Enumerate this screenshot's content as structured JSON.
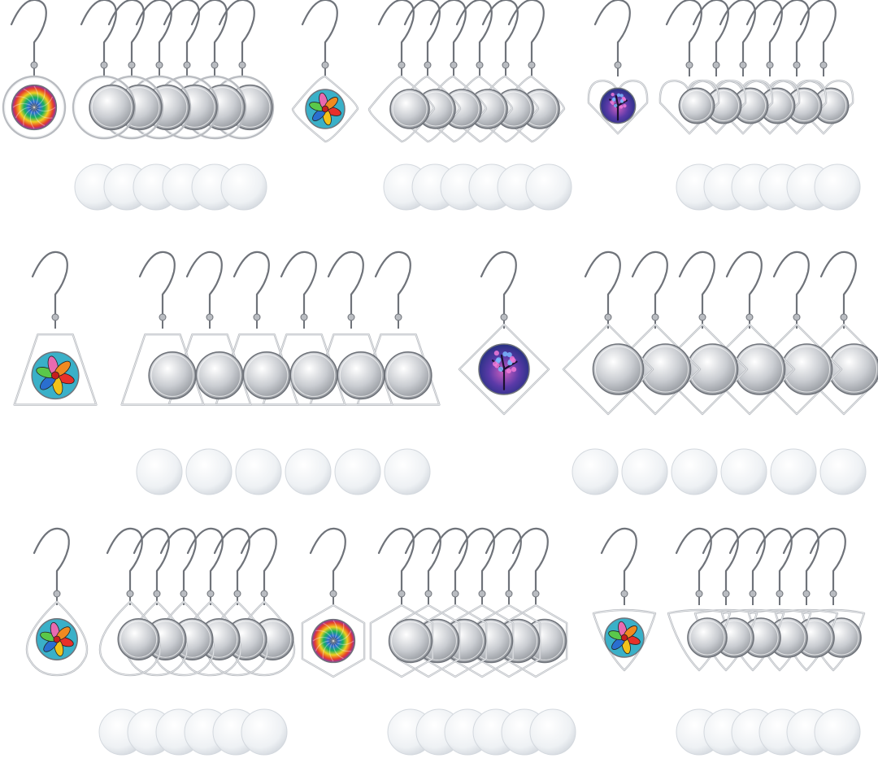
{
  "scene": {
    "description_text": "",
    "background": "#ffffff",
    "palette": {
      "metal": "#b9bcc1",
      "metal_dark": "#6f737a",
      "metal_light": "#eef0f2",
      "glass": "#eef1f4",
      "glass_edge": "#d3d8de"
    },
    "sets": [
      {
        "frame": "circle",
        "design": "swirl"
      },
      {
        "frame": "diamond",
        "design": "petals"
      },
      {
        "frame": "heart",
        "design": "tree"
      },
      {
        "frame": "trapezoid",
        "design": "petals"
      },
      {
        "frame": "square-diamond",
        "design": "tree"
      },
      {
        "frame": "teardrop",
        "design": "petals"
      },
      {
        "frame": "hexagon",
        "design": "swirl"
      },
      {
        "frame": "triangle",
        "design": "petals"
      }
    ]
  }
}
